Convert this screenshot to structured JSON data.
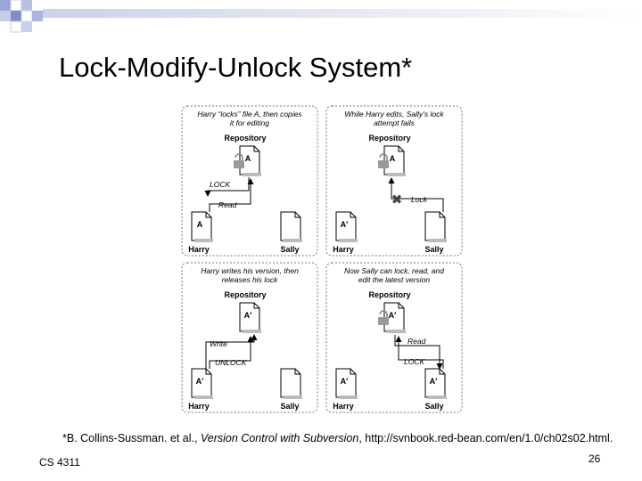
{
  "slide": {
    "title": "Lock-Modify-Unlock System*",
    "caption_prefix": "*B. Collins-Sussman. et al., ",
    "caption_italic": "Version Control with Subversion",
    "caption_suffix": ", http://svnbook.red-bean.com/en/1.0/ch02s02.html.",
    "footer_left": "CS 4311",
    "page_number": "26"
  },
  "diagram": {
    "panels": [
      {
        "caption_lines": [
          "Harry “locks” file A, then copies",
          "it for editing"
        ],
        "repository_label": "Repository",
        "repo_file": "A",
        "repo_locked": true,
        "arrow_labels": [
          "LOCK",
          "Read"
        ],
        "harry_label": "Harry",
        "harry_file": "A",
        "sally_label": "Sally",
        "sally_file": ""
      },
      {
        "caption_lines": [
          "While Harry edits, Sally’s lock",
          "attempt fails"
        ],
        "repository_label": "Repository",
        "repo_file": "A",
        "repo_locked": true,
        "arrow_labels": [
          "Lock"
        ],
        "failed_mark": "✖",
        "harry_label": "Harry",
        "harry_file": "A′",
        "sally_label": "Sally",
        "sally_file": ""
      },
      {
        "caption_lines": [
          "Harry writes his version, then",
          "releases his lock"
        ],
        "repository_label": "Repository",
        "repo_file": "A′",
        "repo_locked": false,
        "arrow_labels": [
          "Write",
          "UNLOCK"
        ],
        "harry_label": "Harry",
        "harry_file": "A′",
        "sally_label": "Sally",
        "sally_file": ""
      },
      {
        "caption_lines": [
          "Now Sally can lock, read, and",
          "edit the latest version"
        ],
        "repository_label": "Repository",
        "repo_file": "A′",
        "repo_locked": true,
        "arrow_labels": [
          "Read",
          "LOCK"
        ],
        "harry_label": "Harry",
        "harry_file": "A′",
        "sally_label": "Sally",
        "sally_file": "A′"
      }
    ]
  }
}
